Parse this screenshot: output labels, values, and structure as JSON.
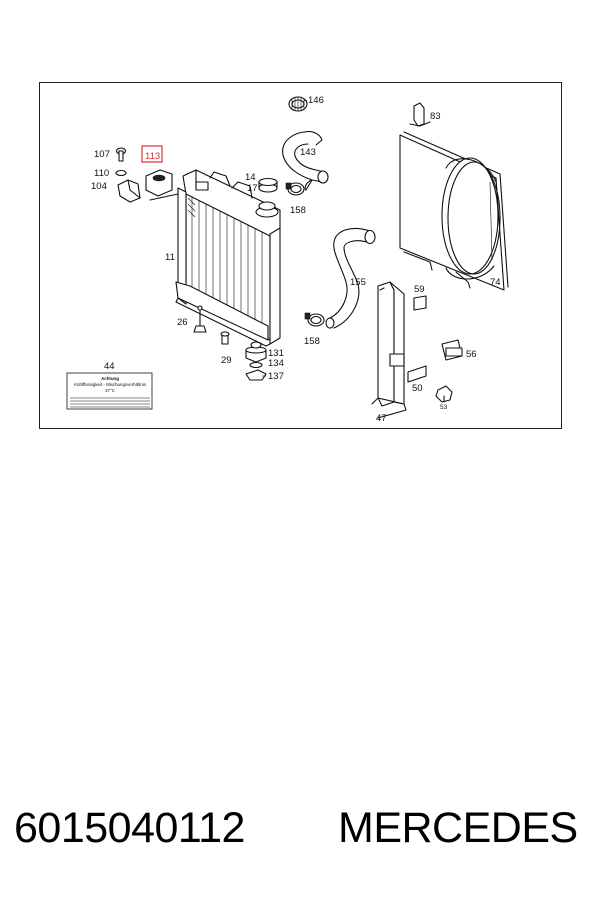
{
  "diagram": {
    "callouts": {
      "c146": "146",
      "c83": "83",
      "c107": "107",
      "c113": "113",
      "c143": "143",
      "c110": "110",
      "c104": "104",
      "c14": "14",
      "c17": "17",
      "c158a": "158",
      "c11": "11",
      "c155": "155",
      "c74": "74",
      "c59": "59",
      "c26": "26",
      "c158b": "158",
      "c56": "56",
      "c29": "29",
      "c131": "131",
      "c134": "134",
      "c137": "137",
      "c44": "44",
      "c50": "50",
      "c53": "53",
      "c47": "47"
    },
    "highlighted_callout": "113",
    "highlight_color": "#d9303a",
    "warning_label": {
      "title": "Achtung",
      "line1": "Kühlflüssigkeit - Mischungsverhältnis",
      "line2": "37°C"
    }
  },
  "footer": {
    "part_number": "6015040112",
    "brand": "MERCEDES"
  }
}
